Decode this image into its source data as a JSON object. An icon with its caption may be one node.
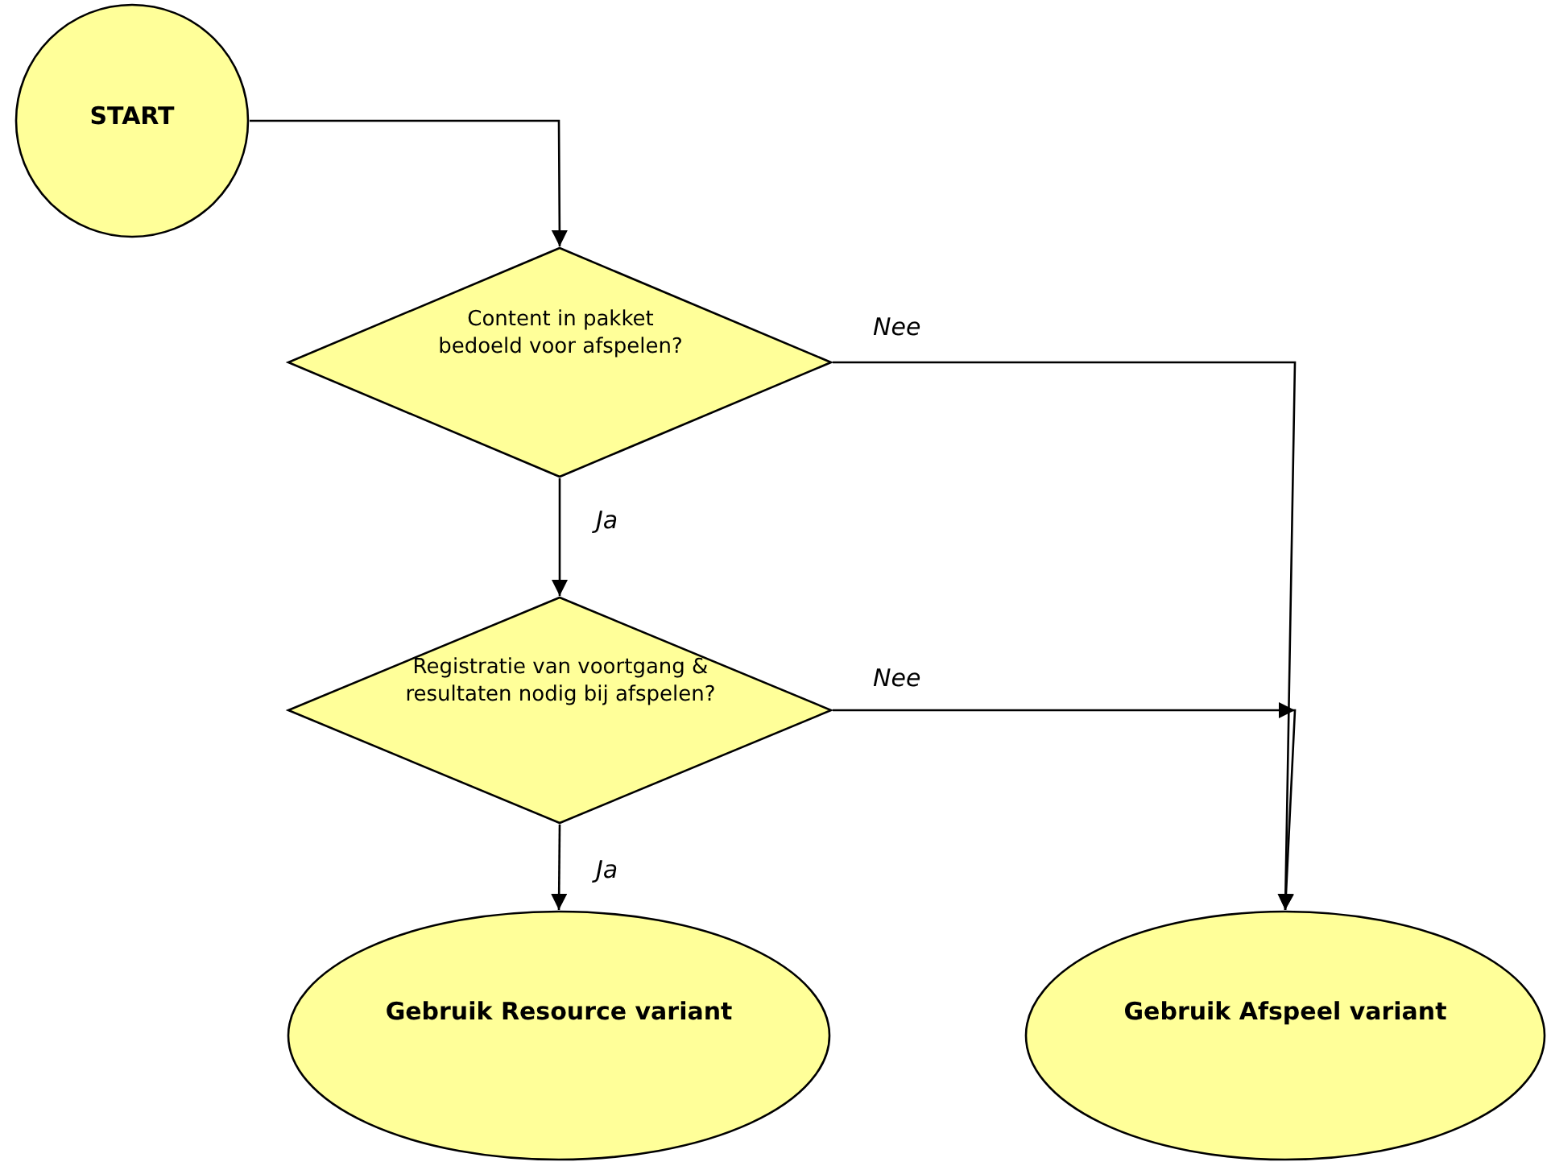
{
  "diagram": {
    "nodes": [
      {
        "text": [
          "START"
        ]
      },
      {
        "text": [
          "Content in pakket bedoeld voor afspelen?"
        ]
      },
      {
        "text": [
          "Registratie van voortgang & resultaten nodig bij afspelen?"
        ]
      },
      {
        "text": [
          "Gebruik Resource variant"
        ]
      },
      {
        "text": [
          "Gebruik Afspeel variant"
        ]
      }
    ],
    "edges": [
      {
        "from": 0,
        "to": 1,
        "arrow": "to"
      },
      {
        "from": 1,
        "to": 4,
        "arrow": "to",
        "label": "Nee"
      },
      {
        "from": 1,
        "to": 2,
        "arrow": "to",
        "label": "Ja"
      },
      {
        "from": 2,
        "to": 4,
        "arrow": "to",
        "label": "Nee"
      },
      {
        "from": 2,
        "to": 3,
        "arrow": "to",
        "label": "Ja"
      }
    ]
  }
}
